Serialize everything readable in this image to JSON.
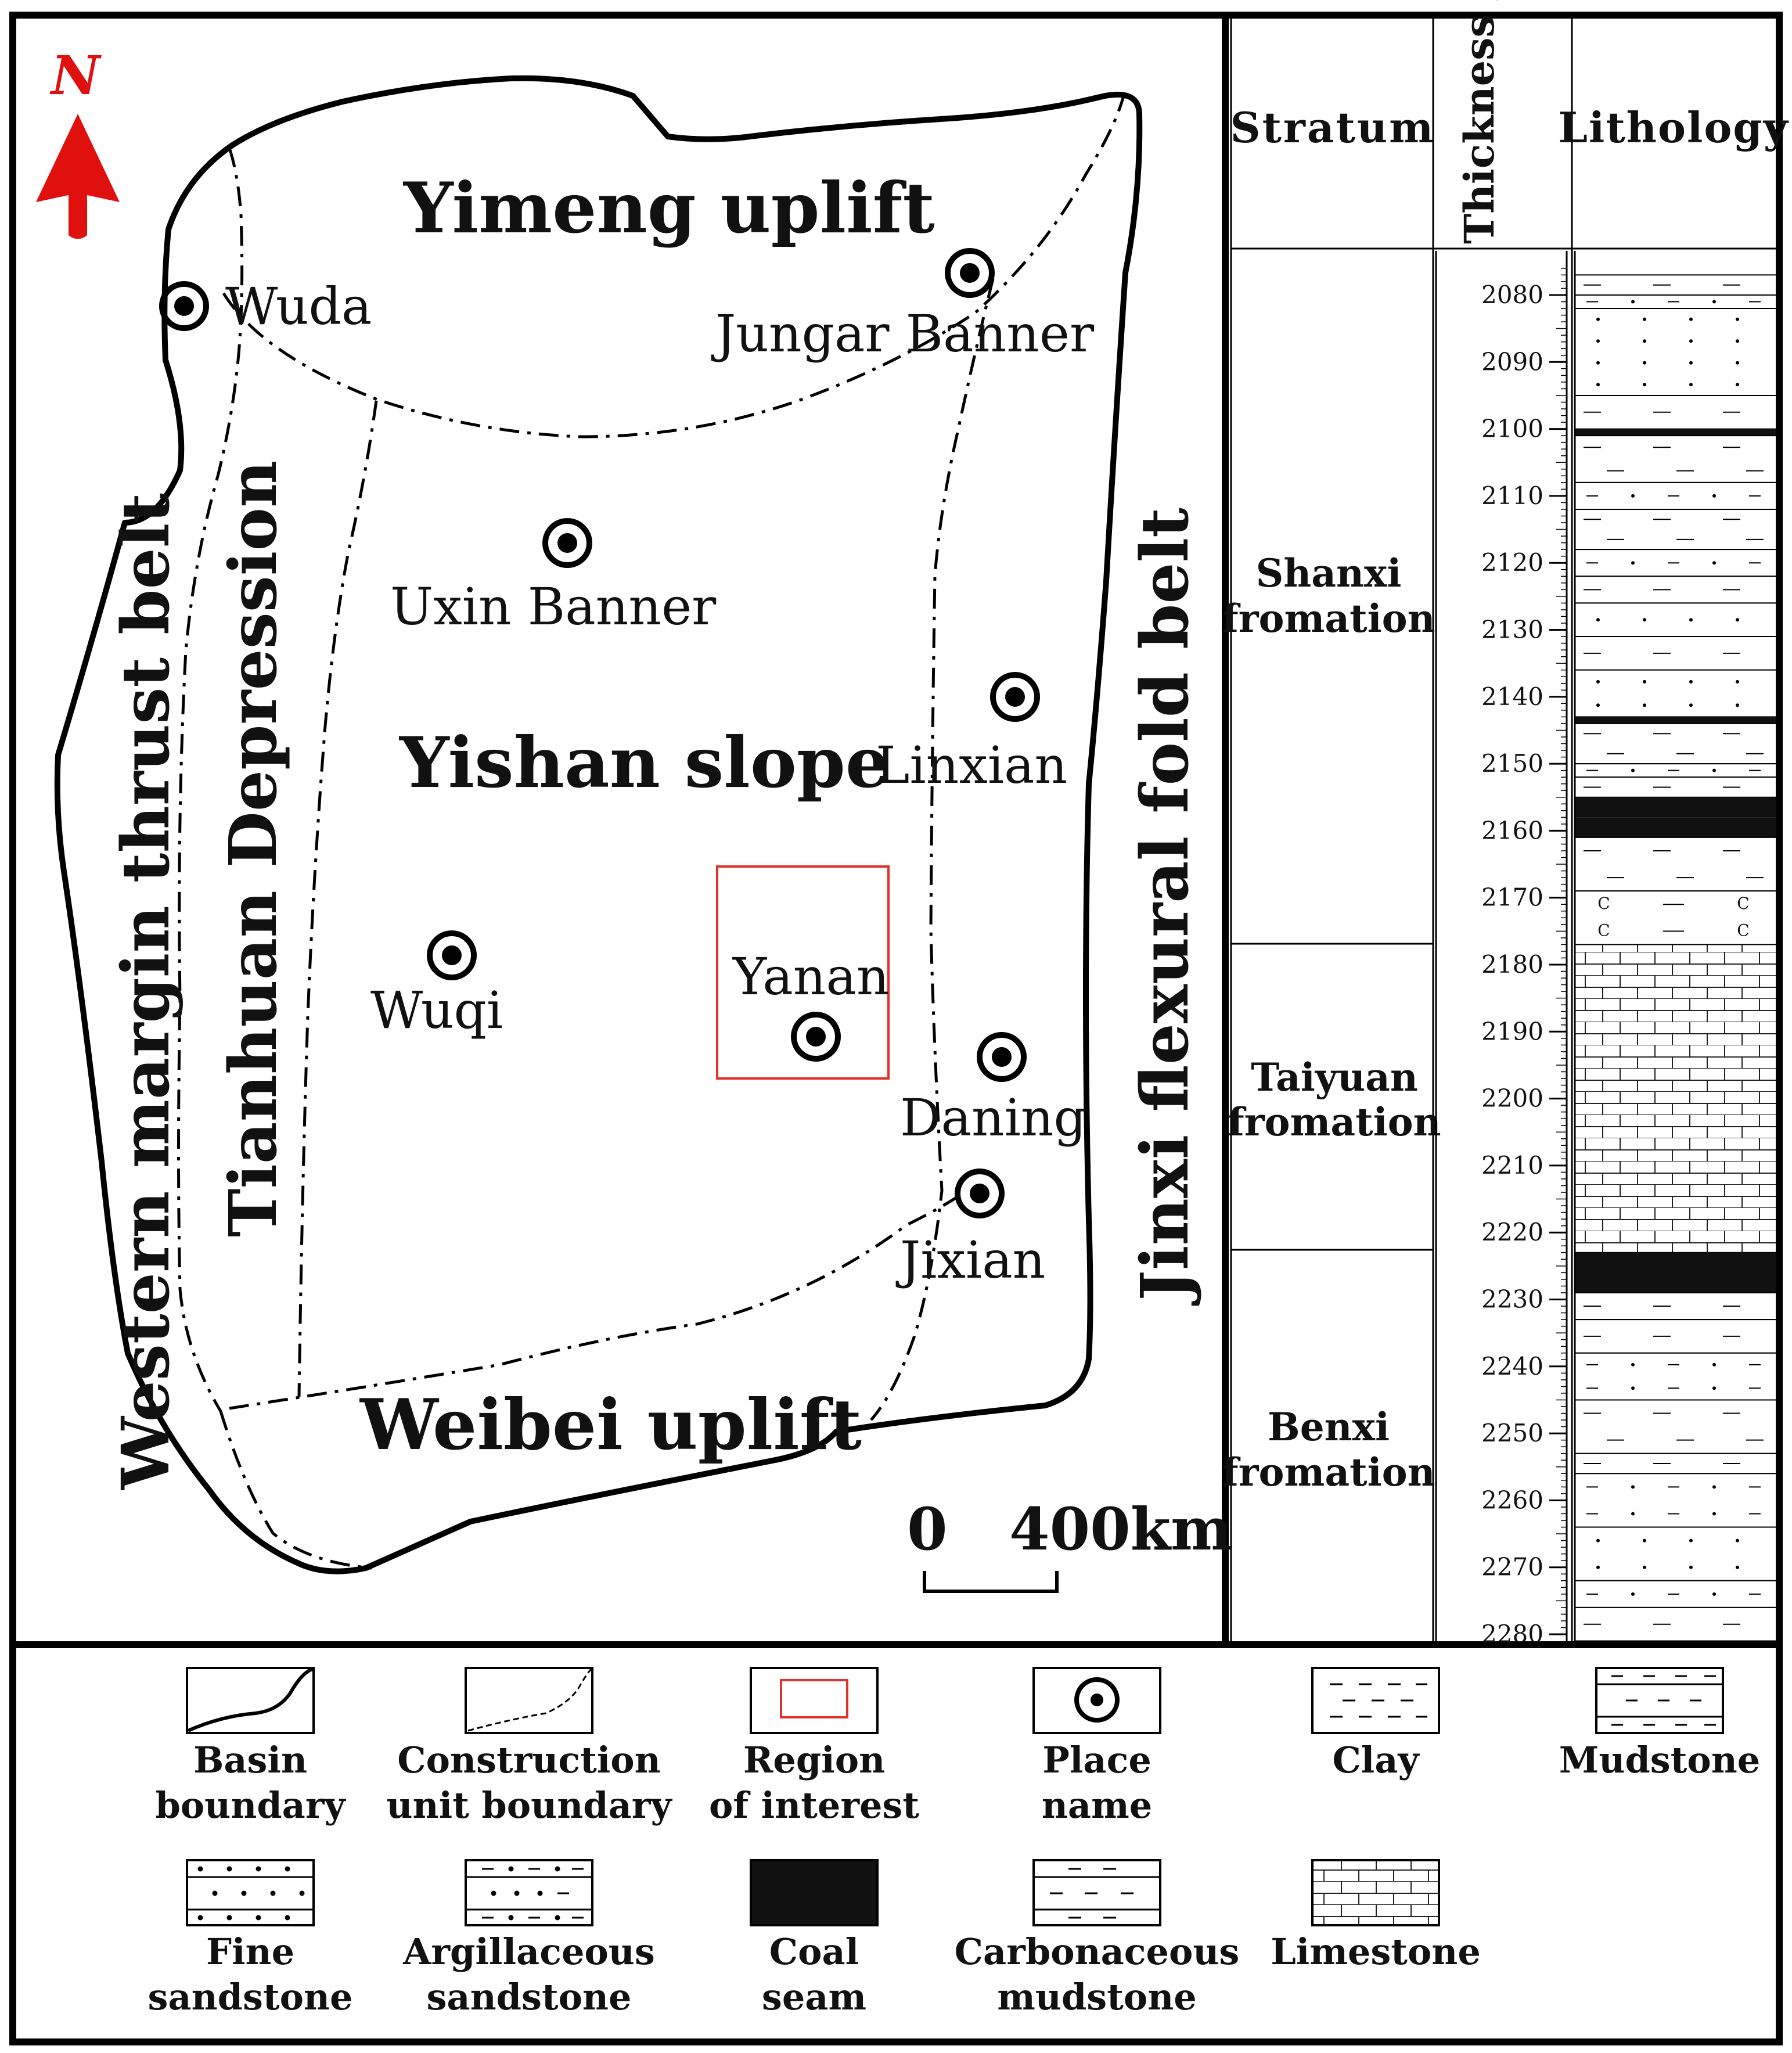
{
  "map": {
    "north_label": "N",
    "regions": {
      "yimeng": "Yimeng uplift",
      "yishan": "Yishan slope",
      "weibei": "Weibei uplift",
      "tianhuan": "Tianhuan Depression",
      "western": "Western margin thrust belt",
      "jinxi": "Jinxi flexural fold belt"
    },
    "places": {
      "wuda": "Wuda",
      "jungar": "Jungar Banner",
      "uxin": "Uxin Banner",
      "linxian": "Linxian",
      "wuqi": "Wuqi",
      "yanan": "Yanan",
      "daning": "Daning",
      "jixian": "Jixian"
    },
    "scale": {
      "zero": "0",
      "length": "400km"
    }
  },
  "column": {
    "headers": {
      "stratum": "Stratum",
      "thickness": "Thickness /m",
      "lithology": "Lithology"
    },
    "formations": {
      "shanxi": [
        "Shanxi",
        "fromation"
      ],
      "taiyuan": [
        "Taiyuan",
        "fromation"
      ],
      "benxi": [
        "Benxi",
        "fromation"
      ]
    },
    "depth_ticks": [
      "2080",
      "2090",
      "2100",
      "2110",
      "2120",
      "2130",
      "2140",
      "2150",
      "2160",
      "2170",
      "2180",
      "2190",
      "2200",
      "2210",
      "2220",
      "2230",
      "2240",
      "2250",
      "2260",
      "2270",
      "2280"
    ]
  },
  "legend": {
    "basin_boundary": [
      "Basin",
      "boundary"
    ],
    "construction": [
      "Construction",
      "unit boundary"
    ],
    "region": [
      "Region",
      "of interest"
    ],
    "place": [
      "Place",
      "name"
    ],
    "clay": [
      "Clay"
    ],
    "mudstone": [
      "Mudstone"
    ],
    "fine_sandstone": [
      "Fine",
      "sandstone"
    ],
    "argillaceous": [
      "Argillaceous",
      "sandstone"
    ],
    "coal": [
      "Coal",
      "seam"
    ],
    "carbonaceous": [
      "Carbonaceous",
      "mudstone"
    ],
    "limestone": [
      "Limestone"
    ]
  },
  "colors": {
    "line": "#111111",
    "region": "#e0322b",
    "arrow": "#e0100f",
    "bg": "#ffffff"
  }
}
